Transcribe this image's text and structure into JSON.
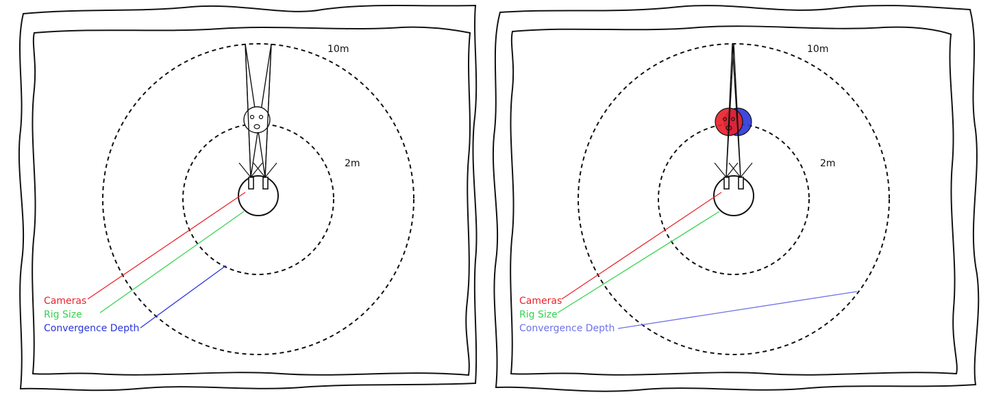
{
  "panels": [
    {
      "id": "left",
      "ring_labels": {
        "outer": "10m",
        "inner": "2m"
      },
      "legend": [
        {
          "key": "cameras",
          "text": "Cameras",
          "color": "#e8232b"
        },
        {
          "key": "rig",
          "text": "Rig Size",
          "color": "#35d24f"
        },
        {
          "key": "convergence",
          "text": "Convergence Depth",
          "color": "#2a35d8"
        }
      ],
      "subject": "face-outline"
    },
    {
      "id": "right",
      "ring_labels": {
        "outer": "10m",
        "inner": "2m"
      },
      "legend": [
        {
          "key": "cameras",
          "text": "Cameras",
          "color": "#e8232b"
        },
        {
          "key": "rig",
          "text": "Rig Size",
          "color": "#35d24f"
        },
        {
          "key": "convergence",
          "text": "Convergence Depth",
          "color": "#6d72e8"
        }
      ],
      "subject": "face-stereo",
      "stereo_colors": {
        "left_eye": "#e8232b",
        "right_eye": "#2a35d8"
      }
    }
  ]
}
